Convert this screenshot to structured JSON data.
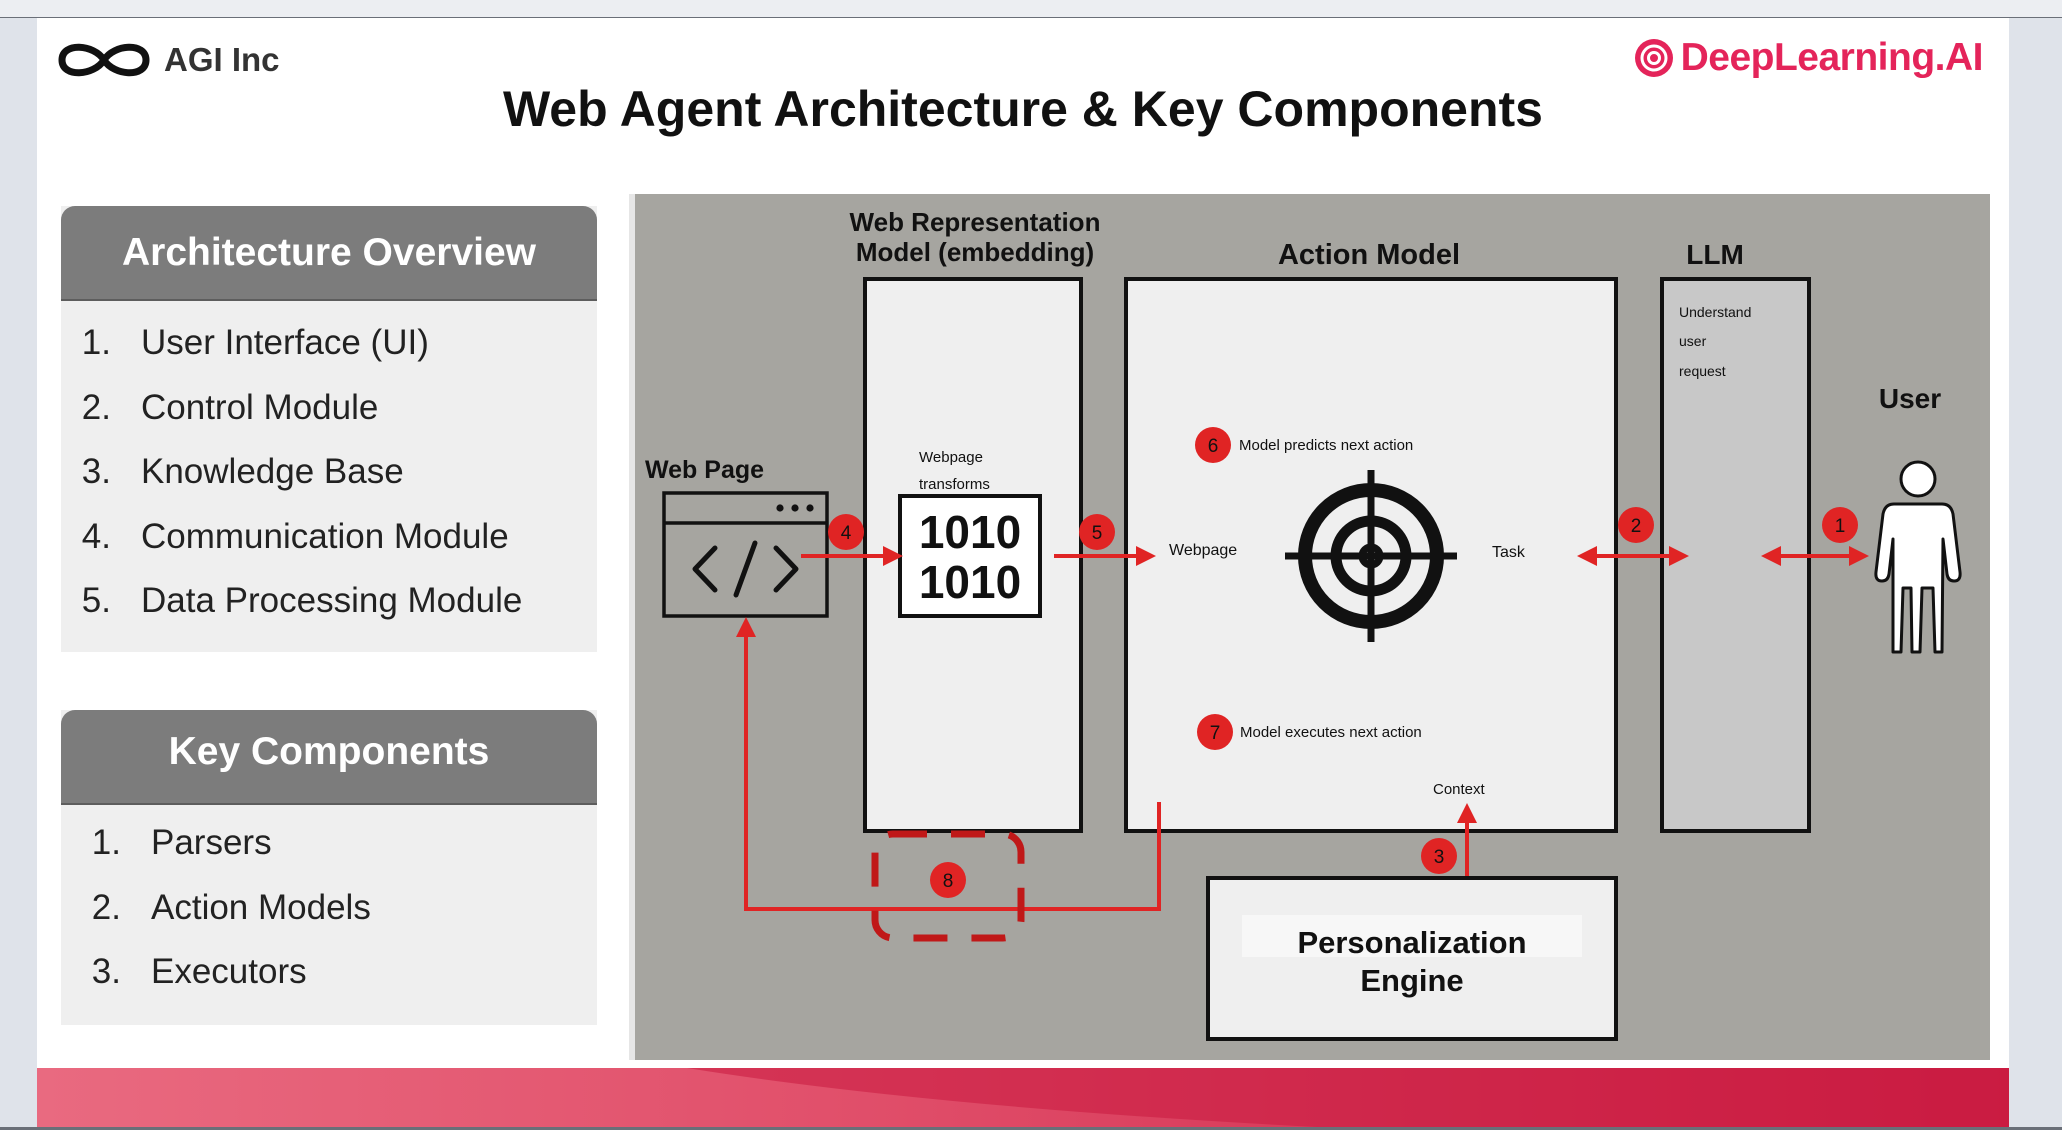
{
  "header": {
    "company": "AGI Inc",
    "partner": "DeepLearning.AI",
    "title": "Web Agent Architecture & Key Components"
  },
  "architecture_overview": {
    "heading": "Architecture Overview",
    "items": [
      {
        "num": "1.",
        "label": "User Interface (UI)"
      },
      {
        "num": "2.",
        "label": "Control Module"
      },
      {
        "num": "3.",
        "label": "Knowledge Base"
      },
      {
        "num": "4.",
        "label": "Communication Module"
      },
      {
        "num": "5.",
        "label": "Data Processing Module"
      }
    ]
  },
  "key_components": {
    "heading": "Key Components",
    "items": [
      {
        "num": "1.",
        "label": "Parsers"
      },
      {
        "num": "2.",
        "label": "Action Models"
      },
      {
        "num": "3.",
        "label": "Executors"
      }
    ]
  },
  "diagram": {
    "web_page": {
      "title": "Web Page"
    },
    "web_rep": {
      "title_line1": "Web Representation",
      "title_line2": "Model (embedding)",
      "note_line1": "Webpage",
      "note_line2": "transforms",
      "binary_line1": "1010",
      "binary_line2": "1010"
    },
    "action_model": {
      "title": "Action Model",
      "left_label": "Webpage",
      "right_label": "Task",
      "predict": "Model predicts next action",
      "execute": "Model executes next action",
      "context": "Context"
    },
    "llm": {
      "title": "LLM",
      "note_line1": "Understand",
      "note_line2": "user",
      "note_line3": "request"
    },
    "user": {
      "title": "User"
    },
    "personalization": {
      "line1": "Personalization",
      "line2": "Engine"
    },
    "badges": {
      "b1": "1",
      "b2": "2",
      "b3": "3",
      "b4": "4",
      "b5": "5",
      "b6": "6",
      "b7": "7",
      "b8": "8"
    }
  },
  "colors": {
    "accent_red": "#e02424",
    "header_gray": "#7c7c7c",
    "brand_pink": "#e4245a",
    "diagram_bg": "#a6a5a0"
  }
}
